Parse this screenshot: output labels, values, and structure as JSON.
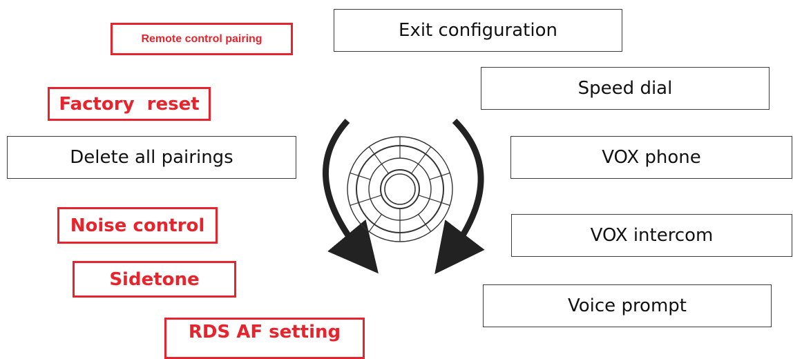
{
  "menu_items": {
    "exit_configuration": "Exit configuration",
    "speed_dial": "Speed dial",
    "vox_phone": "VOX phone",
    "vox_intercom": "VOX intercom",
    "voice_prompt": "Voice prompt",
    "delete_all_pairings": "Delete all pairings"
  },
  "highlighted_items": {
    "remote_control_pairing": "Remote control pairing",
    "factory_reset": "Factory  reset",
    "noise_control": "Noise control",
    "sidetone": "Sidetone",
    "rds_af_setting": "RDS AF setting"
  },
  "colors": {
    "highlight": "#e8232b",
    "box_border": "#3a3a3a",
    "arrow": "#222222"
  },
  "icons": {
    "dial": "jog-dial-icon",
    "rotate_left": "counterclockwise-arrow-icon",
    "rotate_right": "clockwise-arrow-icon"
  }
}
